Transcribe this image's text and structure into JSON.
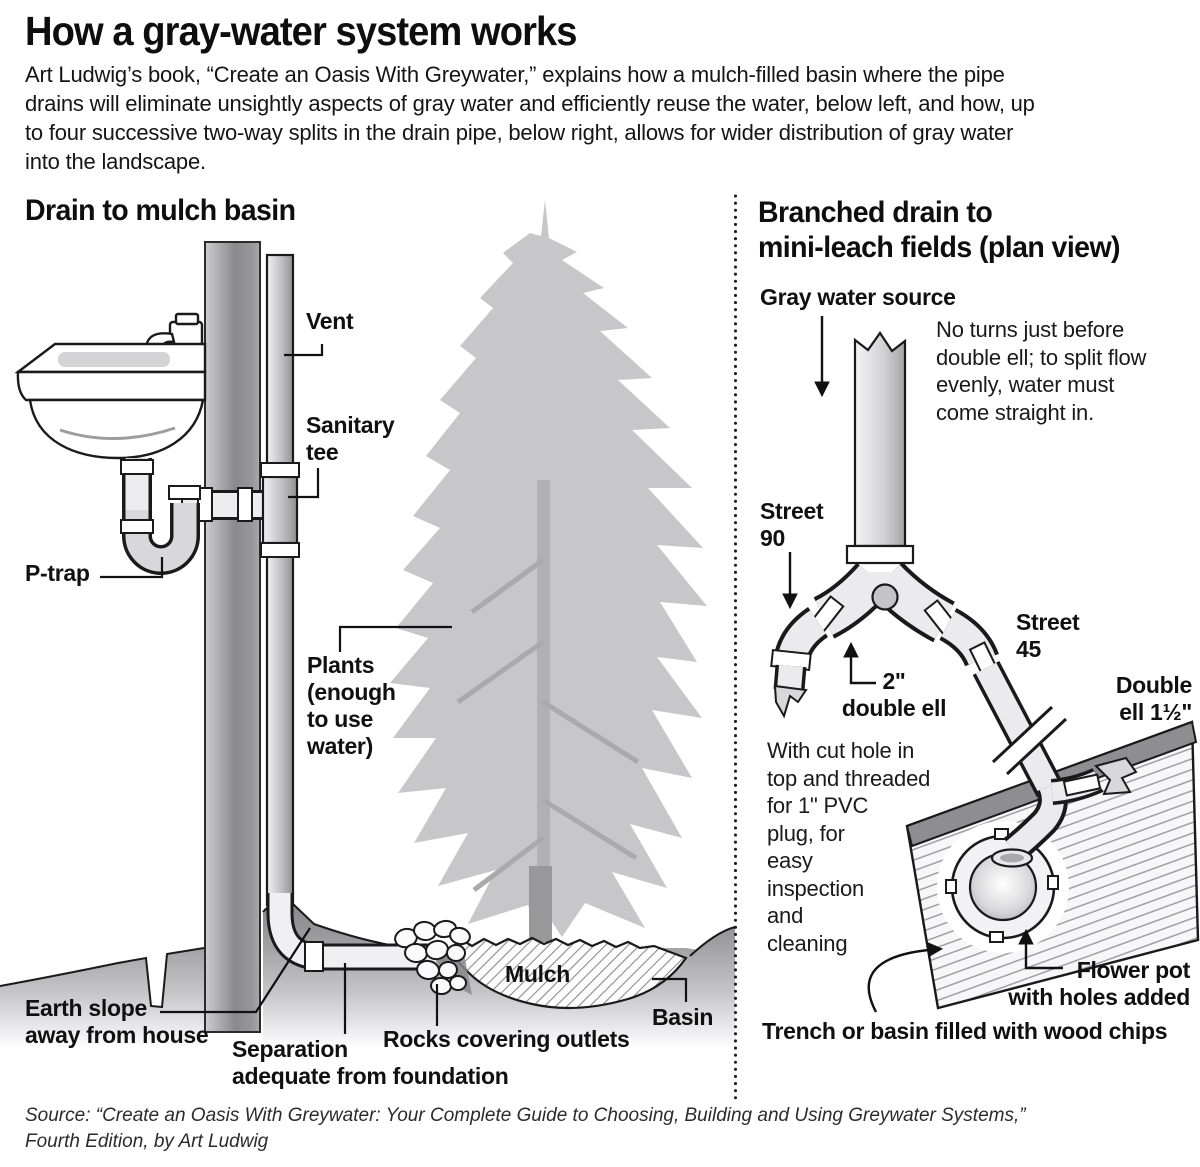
{
  "header": {
    "title": "How a gray-water system works",
    "intro": "Art Ludwig’s book, “Create an Oasis With Greywater,” explains how a mulch-filled basin where the pipe\ndrains will eliminate unsightly aspects of gray water and efficiently reuse the water, below left, and how, up\nto four successive two-way splits in the drain pipe, below right, allows for wider distribution of gray water\ninto the landscape."
  },
  "left_panel": {
    "heading": "Drain to mulch basin",
    "labels": {
      "vent": "Vent",
      "sanitary_tee": "Sanitary\ntee",
      "p_trap": "P-trap",
      "plants": "Plants\n(enough\nto use\nwater)",
      "earth_slope": "Earth slope\naway from house",
      "separation": "Separation\nadequate from foundation",
      "rocks": "Rocks covering outlets",
      "mulch": "Mulch",
      "basin": "Basin"
    }
  },
  "right_panel": {
    "heading": "Branched drain to\nmini-leach fields (plan view)",
    "labels": {
      "gray_water_source": "Gray water source",
      "no_turns_note": "No turns just before\ndouble ell; to split flow\nevenly, water must\ncome straight in.",
      "street_90": "Street\n90",
      "street_45": "Street\n45",
      "double_ell_2": "2\"\ndouble ell",
      "double_ell_15": "Double\nell 1½\"",
      "cut_hole_note": "With cut hole in\ntop and threaded\nfor 1\" PVC\nplug, for\neasy\ninspection\nand\ncleaning",
      "flower_pot": "Flower pot\nwith holes added",
      "trench": "Trench or basin filled with wood chips"
    }
  },
  "footer": {
    "source": "Source: “Create an Oasis With Greywater: Your Complete Guide to Choosing, Building and Using Greywater Systems,”\nFourth Edition, by Art Ludwig"
  },
  "colors": {
    "ink": "#1a1a1a",
    "tree_gray": "#c7c7c9",
    "trunk_gray": "#98989a",
    "earth_dark": "#828284",
    "earth_light": "#e9e9eb",
    "pipe_fill": "#ededef",
    "hatch_gray": "#8c8c8e"
  }
}
